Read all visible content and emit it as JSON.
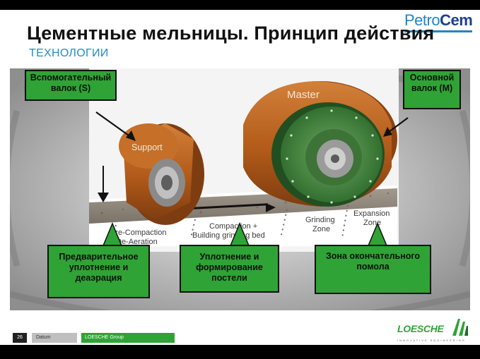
{
  "header": {
    "title": "Цементные мельницы. Принцип действия",
    "subtitle": "ТЕХНОЛОГИИ",
    "brand_part1": "Petro",
    "brand_part2": "Cem"
  },
  "diagram": {
    "support_label": "Support",
    "master_label": "Master",
    "zones": {
      "precompaction_line1": "Pre-Compaction",
      "precompaction_line2": "De-Aeration",
      "compaction_line1": "Compaction +",
      "compaction_line2": "Building grinding bed",
      "grinding_line1": "Grinding",
      "grinding_line2": "Zone",
      "expansion_line1": "Expansion",
      "expansion_line2": "Zone"
    }
  },
  "callouts": {
    "support_roller": "Вспомогательный валок (S)",
    "master_roller": "Основной валок (M)",
    "precompaction": "Предварительное уплотнение и деаэрация",
    "compaction": "Уплотнение и формирование постели",
    "final_grinding": "Зона окончательного помола"
  },
  "footer": {
    "page_number": "26",
    "date_label": "Datum",
    "group_label": "LOESCHE Group",
    "company_logo": "LOESCHE",
    "company_tagline": "INNOVATIVE ENGINEERING"
  },
  "colors": {
    "callout_green": "#2fa335",
    "roller_brown": "#b9611d",
    "master_face_green": "#3f7d3a",
    "accent_blue": "#1f8fc4"
  }
}
